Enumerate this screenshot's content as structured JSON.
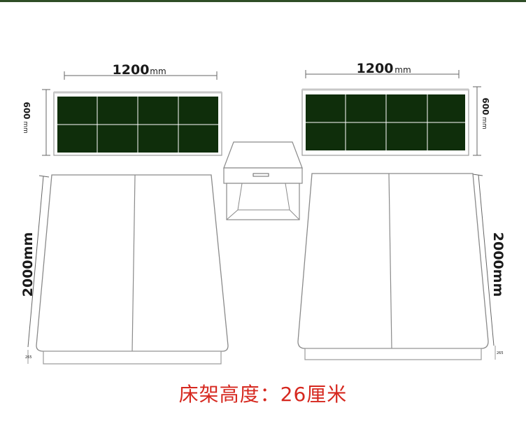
{
  "dimensions": {
    "headboard_width_value": "1200",
    "headboard_width_unit": "mm",
    "headboard_height_value": "600",
    "headboard_height_unit": "mm",
    "bed_length": "2000mm"
  },
  "caption": "床架高度：26厘米",
  "colors": {
    "panel": "#0f2e0b",
    "caption": "#d6281f",
    "outline": "#8a8a8a",
    "top_rule": "#2e4d26"
  }
}
